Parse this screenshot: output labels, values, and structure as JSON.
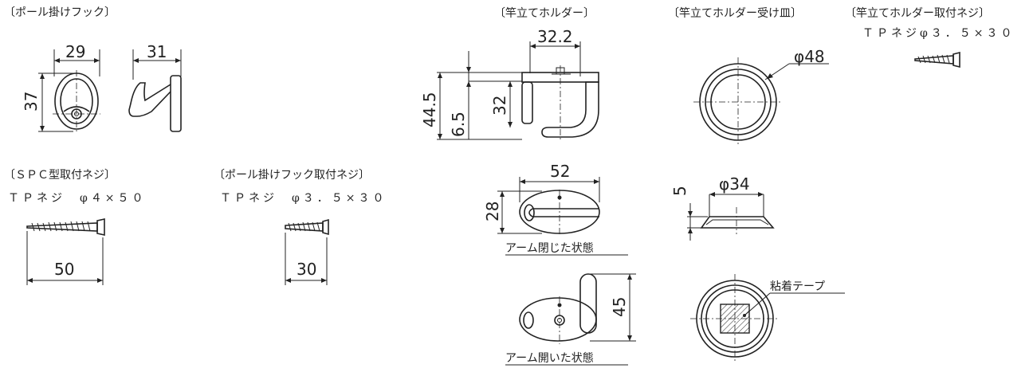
{
  "titles": {
    "pole_hook": "〔ポール掛けフック〕",
    "holder": "〔竿立てホルダー〕",
    "holder_dish": "〔竿立てホルダー受け皿〕",
    "holder_screw": "〔竿立てホルダー取付ネジ〕",
    "spc_screw": "〔ＳＰＣ型取付ネジ〕",
    "hook_screw": "〔ポール掛けフック取付ネジ〕"
  },
  "specs": {
    "holder_screw": "ＴＰネジφ３．５×３０",
    "spc_screw": "ＴＰネジ　φ４×５０",
    "hook_screw": "ＴＰネジ　φ３．５×３０"
  },
  "dimensions": {
    "hook_width": "29",
    "hook_height": "37",
    "hook_depth": "31",
    "holder_width": "32.2",
    "holder_height": "44.5",
    "holder_arm": "32",
    "holder_base": "6.5",
    "holder_top_len": "52",
    "holder_top_h": "28",
    "holder_open": "45",
    "dish_outer": "φ48",
    "dish_inner": "φ34",
    "dish_h": "5",
    "spc_len": "50",
    "hook_screw_len": "30"
  },
  "states": {
    "closed": "アーム閉じた状態",
    "open": "アーム開いた状態"
  },
  "labels": {
    "tape": "粘着テープ"
  }
}
